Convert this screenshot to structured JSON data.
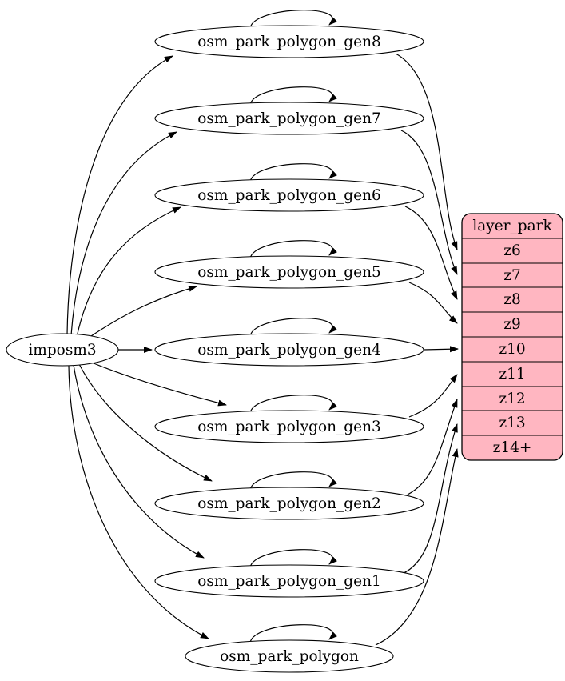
{
  "nodes": {
    "imposm3": {
      "label": "imposm3"
    },
    "gen8": {
      "label": "osm_park_polygon_gen8"
    },
    "gen7": {
      "label": "osm_park_polygon_gen7"
    },
    "gen6": {
      "label": "osm_park_polygon_gen6"
    },
    "gen5": {
      "label": "osm_park_polygon_gen5"
    },
    "gen4": {
      "label": "osm_park_polygon_gen4"
    },
    "gen3": {
      "label": "osm_park_polygon_gen3"
    },
    "gen2": {
      "label": "osm_park_polygon_gen2"
    },
    "gen1": {
      "label": "osm_park_polygon_gen1"
    },
    "polygon": {
      "label": "osm_park_polygon"
    }
  },
  "layer_table": {
    "title": "layer_park",
    "rows": [
      "z6",
      "z7",
      "z8",
      "z9",
      "z10",
      "z11",
      "z12",
      "z13",
      "z14+"
    ]
  },
  "edges": {
    "from_imposm3_to": [
      "osm_park_polygon_gen8",
      "osm_park_polygon_gen7",
      "osm_park_polygon_gen6",
      "osm_park_polygon_gen5",
      "osm_park_polygon_gen4",
      "osm_park_polygon_gen3",
      "osm_park_polygon_gen2",
      "osm_park_polygon_gen1",
      "osm_park_polygon"
    ],
    "self_loops_on": [
      "osm_park_polygon_gen8",
      "osm_park_polygon_gen7",
      "osm_park_polygon_gen6",
      "osm_park_polygon_gen5",
      "osm_park_polygon_gen4",
      "osm_park_polygon_gen3",
      "osm_park_polygon_gen2",
      "osm_park_polygon_gen1",
      "osm_park_polygon"
    ],
    "into_layer_park": [
      {
        "from": "osm_park_polygon_gen8",
        "row": "z6"
      },
      {
        "from": "osm_park_polygon_gen7",
        "row": "z7"
      },
      {
        "from": "osm_park_polygon_gen6",
        "row": "z8"
      },
      {
        "from": "osm_park_polygon_gen5",
        "row": "z9"
      },
      {
        "from": "osm_park_polygon_gen4",
        "row": "z10"
      },
      {
        "from": "osm_park_polygon_gen3",
        "row": "z11"
      },
      {
        "from": "osm_park_polygon_gen2",
        "row": "z12"
      },
      {
        "from": "osm_park_polygon_gen1",
        "row": "z13"
      },
      {
        "from": "osm_park_polygon",
        "row": "z14+"
      }
    ]
  },
  "colors": {
    "background": "#ffffff",
    "node_fill": "#ffffff",
    "record_fill": "#ffb6c1",
    "stroke": "#000000",
    "text": "#000000"
  }
}
